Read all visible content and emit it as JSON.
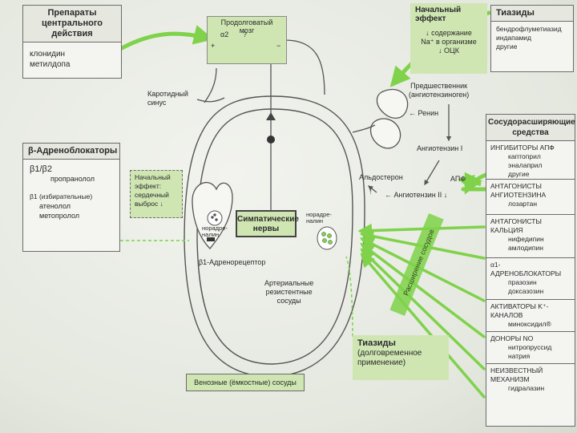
{
  "central": {
    "title_1": "Препараты",
    "title_2": "центрального действия",
    "drug_1": "клонидин",
    "drug_2": "метилдопа"
  },
  "brain": {
    "label_1": "Продолговатый",
    "label_2": "мозг",
    "alpha": "α2",
    "question": "?",
    "plus": "+",
    "minus": "−"
  },
  "carotid": {
    "line_1": "Каротидный",
    "line_2": "синус"
  },
  "initial_effect_top": {
    "line_1": "Начальный",
    "line_2": "эффект",
    "line_3": "↓ содержание",
    "line_4": "Na⁺ в организме",
    "line_5": "↓ ОЦК"
  },
  "thiazides_top": {
    "title": "Тиазиды",
    "drug_1": "бендрофлуметиазид",
    "drug_2": "индапамид",
    "drug_3": "другие"
  },
  "raas": {
    "precursor_1": "Предшественник",
    "precursor_2": "(ангиотензиноген)",
    "renin": "← Ренин",
    "ang1": "Ангиотензин I",
    "ace": "АПФ",
    "ang2": "← Ангиотензин II ↓",
    "aldosterone": "Альдостерон",
    "up_arrow": "↑"
  },
  "beta": {
    "title": "β-Адреноблокаторы",
    "b1b2": "β1/β2",
    "drug_1": "пропранолол",
    "b1_sel": "β1 (избирательные)",
    "drug_2": "атенолол",
    "drug_3": "метопролол"
  },
  "initial_effect_heart": {
    "line_1": "Начальный",
    "line_2": "эффект:",
    "line_3": "сердечный",
    "line_4": "выброс ↓"
  },
  "sympathetic": {
    "line_1": "Симпатические",
    "line_2": "нервы"
  },
  "noradr_left": {
    "line_1": "норадре-",
    "line_2": "налин"
  },
  "noradr_right": {
    "line_1": "норадре-",
    "line_2": "налин"
  },
  "receptor": "β1-Адренорецептор",
  "arterial": {
    "line_1": "Артериальные",
    "line_2": "резистентные",
    "line_3": "сосуды"
  },
  "venous": "Венозные (ёмкостные) сосуды",
  "vasodilation": "Расширение сосудов",
  "thiazides_long": {
    "title": "Тиазиды",
    "line_1": "(долговременное",
    "line_2": "применение)"
  },
  "vasodilators": {
    "title_1": "Сосудорасширяющие",
    "title_2": "средства",
    "groups": [
      {
        "title": "ИНГИБИТОРЫ АПФ",
        "drugs": [
          "каптоприл",
          "эналаприл",
          "другие"
        ]
      },
      {
        "title": "АНТАГОНИСТЫ АНГИОТЕНЗИНА",
        "drugs": [
          "лозартан"
        ]
      },
      {
        "title": "АНТАГОНИСТЫ КАЛЬЦИЯ",
        "drugs": [
          "нифедипин",
          "амлодипин"
        ]
      },
      {
        "title": "α1-АДРЕНОБЛОКАТОРЫ",
        "drugs": [
          "празозин",
          "доксазозин"
        ]
      },
      {
        "title": "АКТИВАТОРЫ K⁺-КАНАЛОВ",
        "drugs": [
          "миноксидил®"
        ]
      },
      {
        "title": "ДОНОРЫ NO",
        "drugs": [
          "нитропруссид натрия"
        ]
      },
      {
        "title": "НЕИЗВЕСТНЫЙ МЕХАНИЗМ",
        "drugs": [
          "гидралазин"
        ]
      }
    ]
  },
  "colors": {
    "green": "#7fd24a",
    "panel_green": "#cfe6b3",
    "line": "#555555"
  }
}
